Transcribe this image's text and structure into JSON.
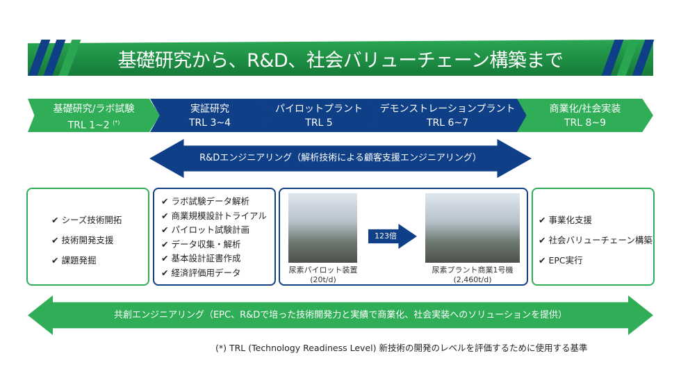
{
  "title": "基礎研究から、R&D、社会バリューチェーン構築まで",
  "stages": [
    {
      "name": "基礎研究/ラボ試験",
      "trl": "TRL 1~2",
      "note": "(*)"
    },
    {
      "name": "実証研究",
      "trl": "TRL 3~4"
    },
    {
      "name": "パイロットプラント",
      "trl": "TRL 5"
    },
    {
      "name": "デモンストレーションプラント",
      "trl": "TRL 6~7"
    },
    {
      "name": "商業化/社会実装",
      "trl": "TRL 8~9"
    }
  ],
  "rd_arrow": "R&Dエンジニアリング（解析技術による顧客支援エンジニアリング）",
  "box1": [
    "シーズ技術開拓",
    "技術開発支援",
    "課題発掘"
  ],
  "box2": [
    "ラボ試験データ解析",
    "商業規模設計トライアル",
    "パイロット試験計画",
    "データ収集・解析",
    "基本設計証書作成",
    "経済評価用データ"
  ],
  "box3": {
    "left_caption": "尿素パイロット装置",
    "left_sub": "(20t/d)",
    "arrow": "123倍",
    "right_caption": "尿素プラント商業1号機",
    "right_sub": "(2,460t/d)"
  },
  "box4": [
    "事業化支援",
    "社会バリューチェーン構築",
    "EPC実行"
  ],
  "co_arrow": "共創エンジニアリング（EPC、R&Dで培った技術開発力と実績で商業化、社会実装へのソリューションを提供）",
  "footnote": "(*) TRL (Technology Readiness Level) 新技術の開発のレベルを評価するために使用する基準",
  "colors": {
    "green": "#2fae57",
    "blue": "#0f3f86"
  }
}
